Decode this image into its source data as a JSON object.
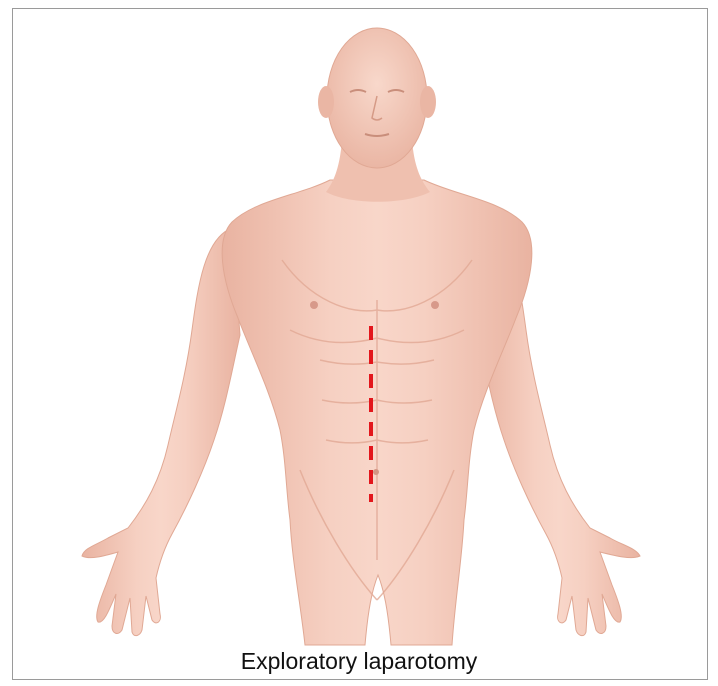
{
  "caption": "Exploratory laparotomy",
  "colors": {
    "skin": "#f2c7b7",
    "skin_shadow": "#e6ab98",
    "skin_highlight": "#f9dcd0",
    "incision": "#e3161c",
    "border": "#9a9a9a"
  },
  "incision": {
    "style": "dashed",
    "orientation": "vertical-midline"
  }
}
